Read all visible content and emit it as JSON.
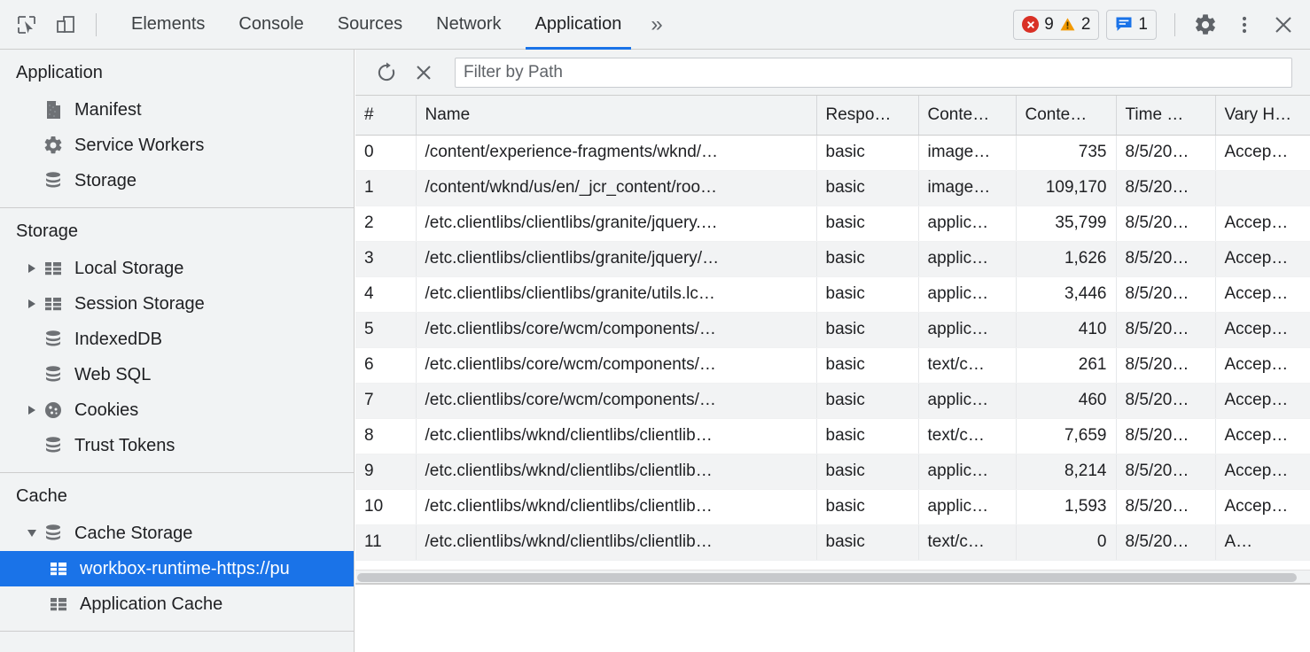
{
  "toolbar": {
    "inspect_icon": "inspect-element-icon",
    "device_icon": "device-toolbar-icon",
    "tabs": [
      {
        "label": "Elements",
        "active": false
      },
      {
        "label": "Console",
        "active": false
      },
      {
        "label": "Sources",
        "active": false
      },
      {
        "label": "Network",
        "active": false
      },
      {
        "label": "Application",
        "active": true
      }
    ],
    "more_tabs_label": "»",
    "errors_count": "9",
    "warnings_count": "2",
    "messages_count": "1",
    "settings_icon": "gear-icon",
    "menu_icon": "kebab-menu-icon",
    "close_icon": "close-icon",
    "accent_color": "#1a73e8",
    "error_color": "#d93025",
    "warning_color": "#f29900",
    "message_color": "#1a73e8"
  },
  "sidebar": {
    "sections": [
      {
        "title": "Application",
        "items": [
          {
            "label": "Manifest",
            "icon": "document-icon",
            "twisty": "none",
            "selected": false,
            "indent": 1
          },
          {
            "label": "Service Workers",
            "icon": "gear-icon",
            "twisty": "none",
            "selected": false,
            "indent": 1
          },
          {
            "label": "Storage",
            "icon": "database-icon",
            "twisty": "none",
            "selected": false,
            "indent": 1
          }
        ]
      },
      {
        "title": "Storage",
        "items": [
          {
            "label": "Local Storage",
            "icon": "table-icon",
            "twisty": "right",
            "selected": false,
            "indent": 1
          },
          {
            "label": "Session Storage",
            "icon": "table-icon",
            "twisty": "right",
            "selected": false,
            "indent": 1
          },
          {
            "label": "IndexedDB",
            "icon": "database-icon",
            "twisty": "none",
            "selected": false,
            "indent": 1
          },
          {
            "label": "Web SQL",
            "icon": "database-icon",
            "twisty": "none",
            "selected": false,
            "indent": 1
          },
          {
            "label": "Cookies",
            "icon": "cookie-icon",
            "twisty": "right",
            "selected": false,
            "indent": 1
          },
          {
            "label": "Trust Tokens",
            "icon": "database-icon",
            "twisty": "none",
            "selected": false,
            "indent": 1
          }
        ]
      },
      {
        "title": "Cache",
        "items": [
          {
            "label": "Cache Storage",
            "icon": "database-icon",
            "twisty": "down",
            "selected": false,
            "indent": 1
          },
          {
            "label": "workbox-runtime-https://pu",
            "icon": "table-icon",
            "twisty": "none",
            "selected": true,
            "indent": 2
          },
          {
            "label": "Application Cache",
            "icon": "table-icon",
            "twisty": "none",
            "selected": false,
            "indent": 1
          }
        ]
      }
    ]
  },
  "main": {
    "refresh_icon": "refresh-icon",
    "delete_icon": "delete-entry-icon",
    "filter_placeholder": "Filter by Path",
    "filter_value": "",
    "columns": [
      {
        "key": "index",
        "label": "#",
        "align": "left"
      },
      {
        "key": "name",
        "label": "Name",
        "align": "left"
      },
      {
        "key": "response_type",
        "label": "Respo…",
        "align": "left"
      },
      {
        "key": "content_type",
        "label": "Conte…",
        "align": "left"
      },
      {
        "key": "content_length",
        "label": "Conte…",
        "align": "right"
      },
      {
        "key": "time_cached",
        "label": "Time …",
        "align": "left"
      },
      {
        "key": "vary_header",
        "label": "Vary H…",
        "align": "left"
      }
    ],
    "rows": [
      {
        "index": "0",
        "name": "/content/experience-fragments/wknd/…",
        "response_type": "basic",
        "content_type": "image…",
        "content_length": "735",
        "time_cached": "8/5/20…",
        "vary_header": "Accep…"
      },
      {
        "index": "1",
        "name": "/content/wknd/us/en/_jcr_content/roo…",
        "response_type": "basic",
        "content_type": "image…",
        "content_length": "109,170",
        "time_cached": "8/5/20…",
        "vary_header": ""
      },
      {
        "index": "2",
        "name": "/etc.clientlibs/clientlibs/granite/jquery.…",
        "response_type": "basic",
        "content_type": "applic…",
        "content_length": "35,799",
        "time_cached": "8/5/20…",
        "vary_header": "Accep…"
      },
      {
        "index": "3",
        "name": "/etc.clientlibs/clientlibs/granite/jquery/…",
        "response_type": "basic",
        "content_type": "applic…",
        "content_length": "1,626",
        "time_cached": "8/5/20…",
        "vary_header": "Accep…"
      },
      {
        "index": "4",
        "name": "/etc.clientlibs/clientlibs/granite/utils.lc…",
        "response_type": "basic",
        "content_type": "applic…",
        "content_length": "3,446",
        "time_cached": "8/5/20…",
        "vary_header": "Accep…"
      },
      {
        "index": "5",
        "name": "/etc.clientlibs/core/wcm/components/…",
        "response_type": "basic",
        "content_type": "applic…",
        "content_length": "410",
        "time_cached": "8/5/20…",
        "vary_header": "Accep…"
      },
      {
        "index": "6",
        "name": "/etc.clientlibs/core/wcm/components/…",
        "response_type": "basic",
        "content_type": "text/c…",
        "content_length": "261",
        "time_cached": "8/5/20…",
        "vary_header": "Accep…"
      },
      {
        "index": "7",
        "name": "/etc.clientlibs/core/wcm/components/…",
        "response_type": "basic",
        "content_type": "applic…",
        "content_length": "460",
        "time_cached": "8/5/20…",
        "vary_header": "Accep…"
      },
      {
        "index": "8",
        "name": "/etc.clientlibs/wknd/clientlibs/clientlib…",
        "response_type": "basic",
        "content_type": "text/c…",
        "content_length": "7,659",
        "time_cached": "8/5/20…",
        "vary_header": "Accep…"
      },
      {
        "index": "9",
        "name": "/etc.clientlibs/wknd/clientlibs/clientlib…",
        "response_type": "basic",
        "content_type": "applic…",
        "content_length": "8,214",
        "time_cached": "8/5/20…",
        "vary_header": "Accep…"
      },
      {
        "index": "10",
        "name": "/etc.clientlibs/wknd/clientlibs/clientlib…",
        "response_type": "basic",
        "content_type": "applic…",
        "content_length": "1,593",
        "time_cached": "8/5/20…",
        "vary_header": "Accep…"
      },
      {
        "index": "11",
        "name": "/etc.clientlibs/wknd/clientlibs/clientlib…",
        "response_type": "basic",
        "content_type": "text/c…",
        "content_length": "0",
        "time_cached": "8/5/20…",
        "vary_header": "A…"
      }
    ]
  }
}
